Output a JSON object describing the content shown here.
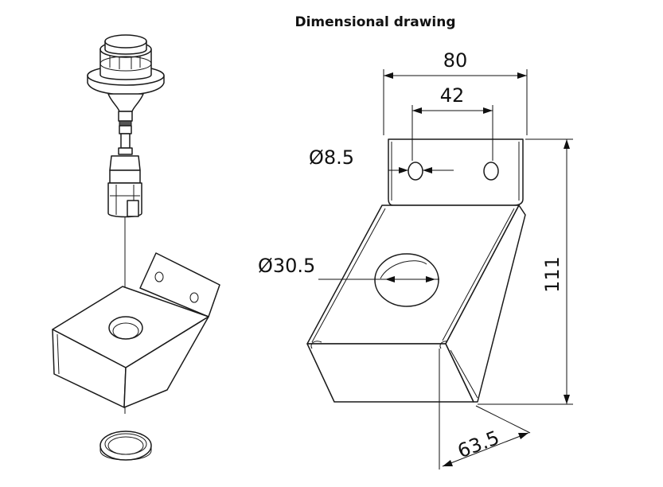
{
  "title": "Dimensional drawing",
  "dimensions": {
    "width": "80",
    "hole_spacing": "42",
    "hole_diameter": "Ø8.5",
    "button_hole_diameter": "Ø30.5",
    "height": "111",
    "depth": "63.5"
  }
}
